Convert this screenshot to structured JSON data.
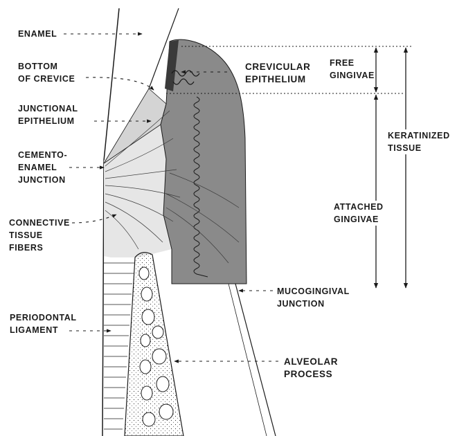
{
  "labels": {
    "enamel": "ENAMEL",
    "bottom_of_crevice": [
      "BOTTOM",
      "OF CREVICE"
    ],
    "junctional_epithelium": [
      "JUNCTIONAL",
      "EPITHELIUM"
    ],
    "cementoenamel_junction": [
      "CEMENTO-",
      "ENAMEL",
      "JUNCTION"
    ],
    "connective_tissue_fibers": [
      "CONNECTIVE",
      "TISSUE",
      "FIBERS"
    ],
    "periodontal_ligament": [
      "PERIODONTAL",
      "LIGAMENT"
    ],
    "crevicular_epithelium": [
      "CREVICULAR",
      "EPITHELIUM"
    ],
    "free_gingivae": [
      "FREE",
      "GINGIVAE"
    ],
    "keratinized_tissue": [
      "KERATINIZED",
      "TISSUE"
    ],
    "attached_gingivae": [
      "ATTACHED",
      "GINGIVAE"
    ],
    "mucogingival_junction": [
      "MUCOGINGIVAL",
      "JUNCTION"
    ],
    "alveolar_process": [
      "ALVEOLAR",
      "PROCESS"
    ]
  },
  "colors": {
    "ink": "#1a1a1a",
    "gingiva_dark": "#8a8a8a",
    "keratin_band": "#3a3a3a",
    "junctional": "#d4d4d4",
    "connective_light": "#e6e6e6",
    "bone_fill": "#f2f2f2"
  }
}
